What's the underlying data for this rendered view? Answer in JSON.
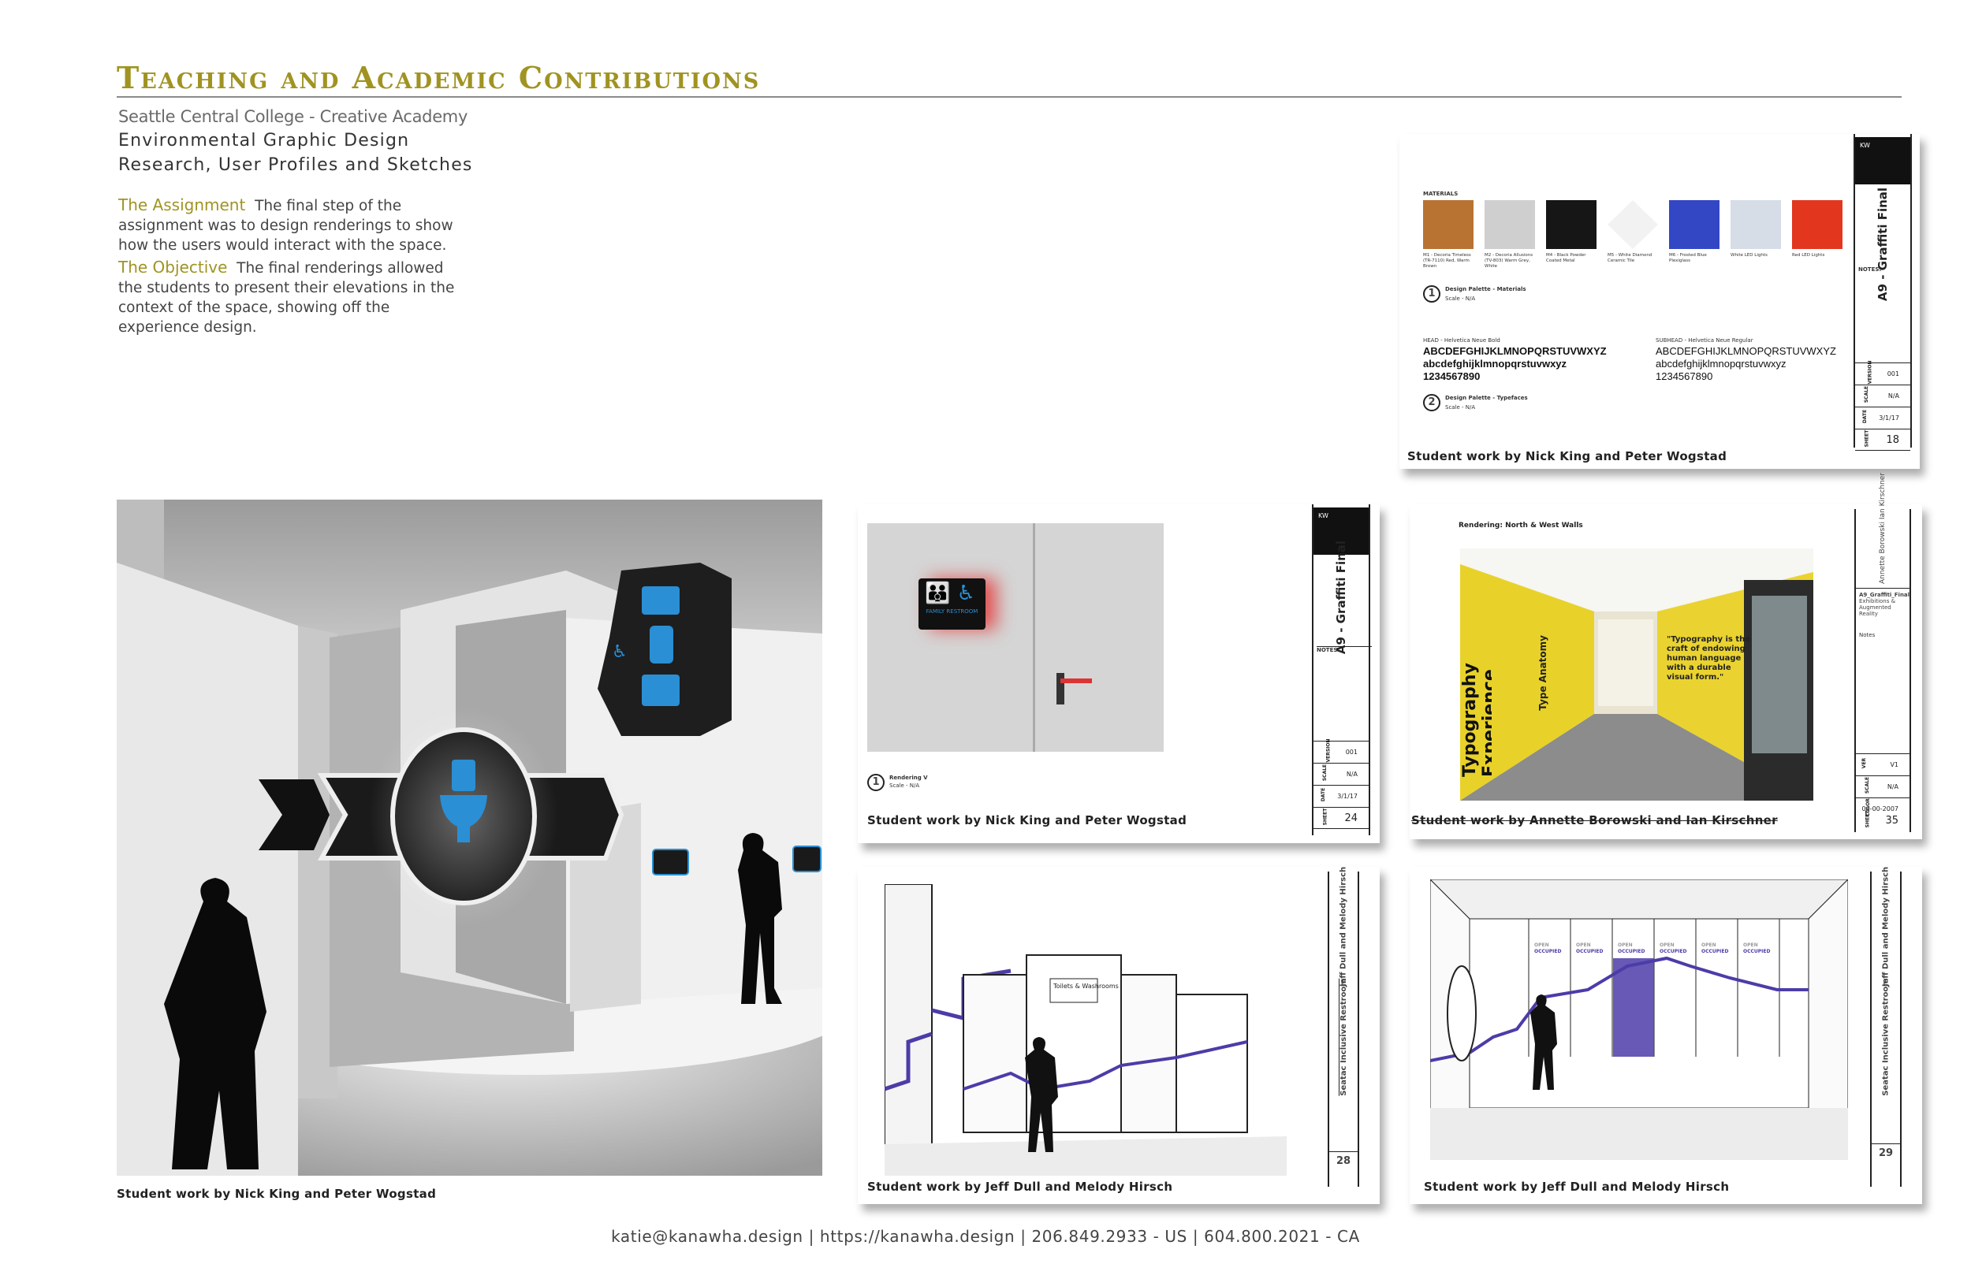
{
  "header": {
    "title": "Teaching and Academic Contributions",
    "school": "Seattle Central College - Creative Academy",
    "course": "Environmental Graphic Design",
    "topic": "Research, User Profiles and Sketches"
  },
  "assignment": {
    "lead": "The Assignment",
    "text": "The final step of the assignment was to design renderings to show how the users would interact with the space."
  },
  "objective": {
    "lead": "The Objective",
    "text": "The final renderings allowed the students to present their elevations in the context of the space, showing off the experience design."
  },
  "captions": {
    "main": "Student work by Nick King and Peter Wogstad",
    "materials": "Student work by Nick King and Peter Wogstad",
    "door": "Student work by Nick King and Peter Wogstad",
    "hall": "Student work by Annette Borowski and Ian Kirschner",
    "corridor": "Student work by Jeff Dull and Melody Hirsch",
    "stalls": "Student work by Jeff Dull and Melody Hirsch"
  },
  "materials_board": {
    "section_label": "MATERIALS",
    "swatches": [
      {
        "label": "M1 - Decoria Timeless (TR-7110) Red, Warm Brown",
        "color": "#b87333"
      },
      {
        "label": "M2 - Decoria Allusions (TV-803) Warm Grey, White",
        "color": "#cfcfcf"
      },
      {
        "label": "M4 - Black Powder Coated Metal",
        "color": "#161616"
      },
      {
        "label": "M5 - White Diamond Ceramic Tile",
        "color": "#f2f2f2"
      },
      {
        "label": "M6 - Frosted Blue Plexiglass",
        "color": "#3347c4"
      },
      {
        "label": "White LED Lights",
        "color": "#d6dde6"
      },
      {
        "label": "Red LED Lights",
        "color": "#e2361f"
      }
    ],
    "palette1_title": "Design Palette - Materials",
    "scale": "Scale - N/A",
    "head_label": "HEAD - Helvetica Neue Bold",
    "subhead_label": "SUBHEAD - Helvetica Neue Regular",
    "upper": "ABCDEFGHIJKLMNOPQRSTUVWXYZ",
    "lower": "abcdefghijklmnopqrstuvwxyz",
    "digits": "1234567890",
    "palette2_title": "Design Palette - Typefaces",
    "sidebar_title": "A9 - Graffiti Final",
    "notes": "NOTES:",
    "version": "001",
    "scale_val": "N/A",
    "date": "3/1/17",
    "sheet": "18",
    "num1": "1",
    "num2": "2"
  },
  "door_board": {
    "sidebar_title": "A9 - Graffiti Final",
    "notes": "NOTES:",
    "version": "001",
    "scale_val": "N/A",
    "date": "3/1/17",
    "sheet": "24",
    "render_label": "Rendering V",
    "scale": "Scale - N/A",
    "num": "1",
    "sign_text": "FAMILY RESTROOM"
  },
  "hall_board": {
    "heading": "Rendering: North & West Walls",
    "sidebar_names": "Annette Borowski Ian Kirschner",
    "project": "A9_Graffiti_Final",
    "project_sub": "Exhibitions & Augmented Reality",
    "notes": "Notes",
    "version": "V1",
    "scale_val": "N/A",
    "color": "00-00-2007",
    "sheet": "35",
    "wall_big": "Typography Experience",
    "wall_quote": "\"Typography is the craft of endowing human language with a durable visual form.\"",
    "wall_side": "Type Anatomy"
  },
  "corridor_board": {
    "names": "Jeff Dull and Melody Hirsch",
    "project": "Seatac Inclusive Restroom",
    "sheet": "28",
    "sign": "Toilets & Washrooms"
  },
  "stalls_board": {
    "names": "Jeff Dull and Melody Hirsch",
    "project": "Seatac Inclusive Restroom",
    "sheet": "29",
    "stall_open": "OPEN",
    "stall_occupied": "OCCUPIED"
  },
  "footer": "katie@kanawha.design | https://kanawha.design | 206.849.2933 - US | 604.800.2021 - CA"
}
